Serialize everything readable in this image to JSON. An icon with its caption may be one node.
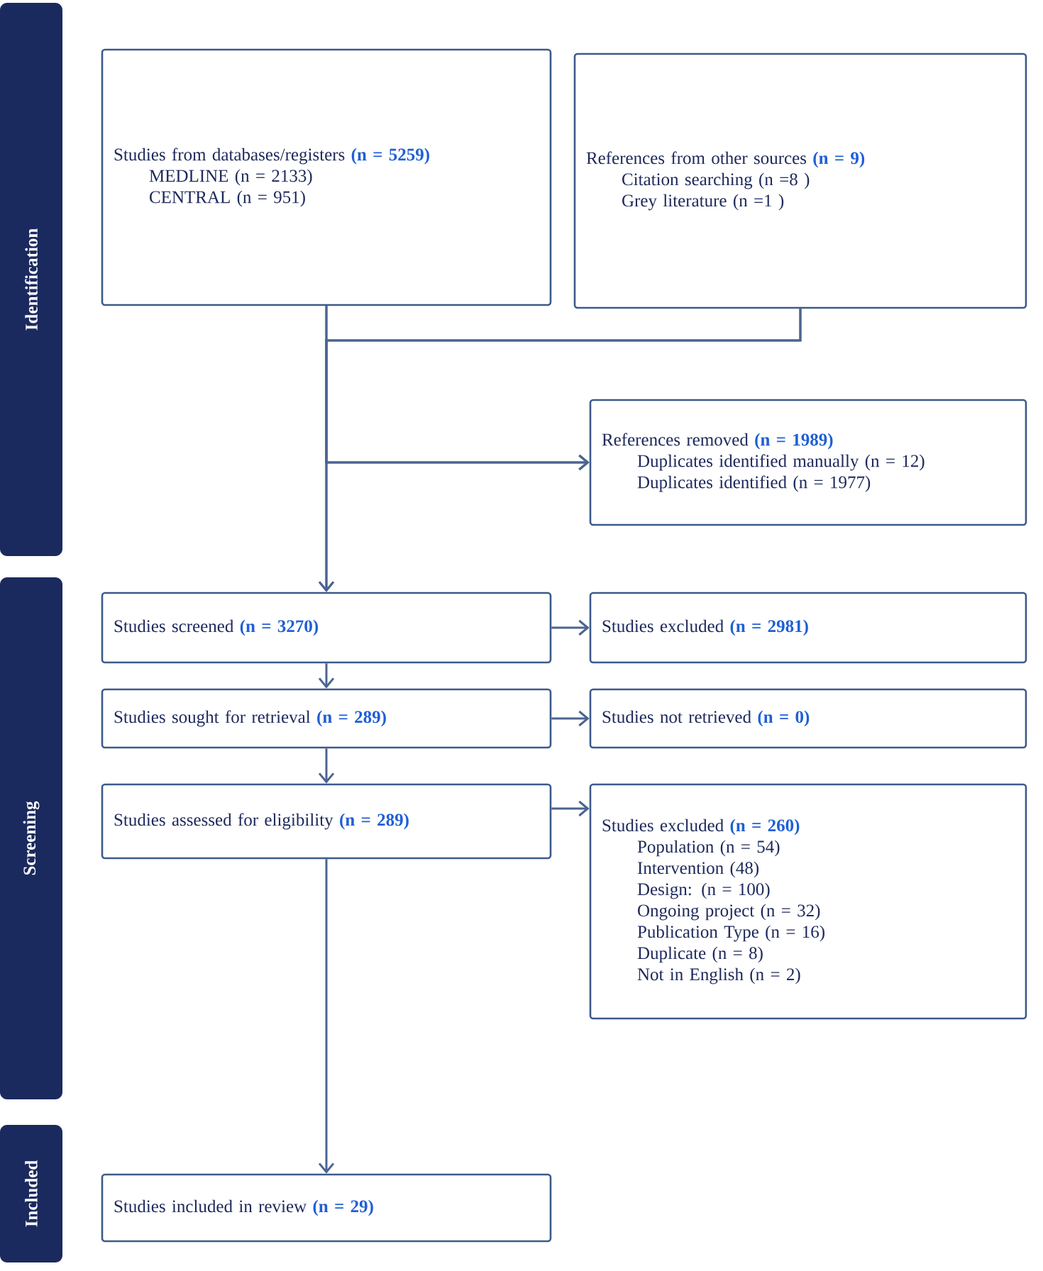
{
  "diagram": {
    "nodes": [
      {
        "text": [
          "Identification"
        ]
      },
      {
        "text": [
          "Screening"
        ]
      },
      {
        "text": [
          "Included"
        ]
      },
      {
        "text": [
          "Studies from databases/registers **(n = 5259)**",
          "MEDLINE (n = 2133)",
          "CENTRAL (n = 951)"
        ]
      },
      {
        "text": [
          "References from other sources **(n = 9)**",
          "Citation searching (n =8 )",
          "Grey literature (n =1 )"
        ]
      },
      {
        "text": [
          "References removed **(n = 1989)**",
          "Duplicates identified manually (n = 12)",
          "Duplicates identified (n = 1977)"
        ]
      },
      {
        "text": [
          "Studies screened **(n = 3270)**"
        ]
      },
      {
        "text": [
          "Studies excluded **(n = 2981)**"
        ]
      },
      {
        "text": [
          "Studies sought for retrieval **(n = 289)**"
        ]
      },
      {
        "text": [
          "Studies not retrieved **(n = 0)**"
        ]
      },
      {
        "text": [
          "Studies assessed for eligibility **(n = 289)**"
        ]
      },
      {
        "text": [
          "Studies excluded **(n = 260)**",
          "Population (n = 54)",
          "Intervention (48)",
          "Design:  (n = 100)",
          "Ongoing project (n = 32)",
          "Publication Type (n = 16)",
          "Duplicate (n = 8)",
          "Not in English (n = 2)"
        ]
      },
      {
        "text": [
          "Studies included in review **(n = 29)**"
        ]
      }
    ],
    "edges": [
      {
        "from": 3,
        "to": 6,
        "arrow": "to"
      },
      {
        "from": 4,
        "to": 6,
        "arrow": "to"
      },
      {
        "from": 3,
        "to": 5,
        "arrow": "to"
      },
      {
        "from": 4,
        "to": 5,
        "arrow": "to"
      },
      {
        "from": 6,
        "to": 7,
        "arrow": "to"
      },
      {
        "from": 6,
        "to": 8,
        "arrow": "to"
      },
      {
        "from": 8,
        "to": 9,
        "arrow": "to"
      },
      {
        "from": 8,
        "to": 10,
        "arrow": "to"
      },
      {
        "from": 10,
        "to": 11,
        "arrow": "to"
      },
      {
        "from": 10,
        "to": 12,
        "arrow": "to"
      }
    ]
  }
}
